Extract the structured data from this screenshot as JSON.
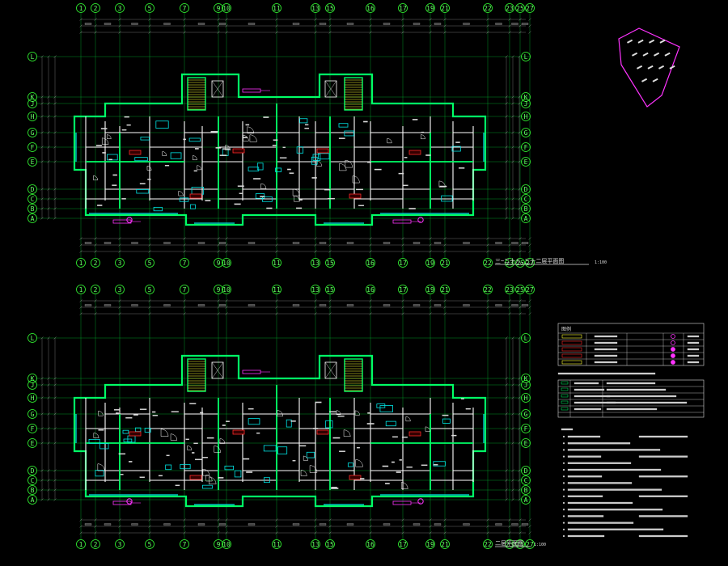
{
  "colors": {
    "background": "#000000",
    "grid": "#00cc33",
    "axis_circle": "#33ff33",
    "wall": "#ffffff",
    "wall_thick": "#00ff66",
    "cyan": "#00e5e5",
    "magenta": "#ff33ff",
    "red": "#ff2a2a",
    "yellow": "#ffff33",
    "dim": "#9c9c9c"
  },
  "axes": {
    "columns": [
      "1",
      "2",
      "3",
      "5",
      "7",
      "9",
      "10",
      "11",
      "13",
      "15",
      "16",
      "17",
      "19",
      "21",
      "22",
      "23",
      "25",
      "27"
    ],
    "rows": [
      "L",
      "K",
      "J",
      "H",
      "G",
      "F",
      "E",
      "D",
      "C",
      "B",
      "A"
    ]
  },
  "plans": [
    {
      "title": "三~二十八,三十二层平面图",
      "scale": "1:100"
    },
    {
      "title": "二层平面图",
      "scale": "1:100"
    }
  ],
  "legend": {
    "header": "图例"
  },
  "icons": {
    "key_plan": "key-plan-icon"
  }
}
